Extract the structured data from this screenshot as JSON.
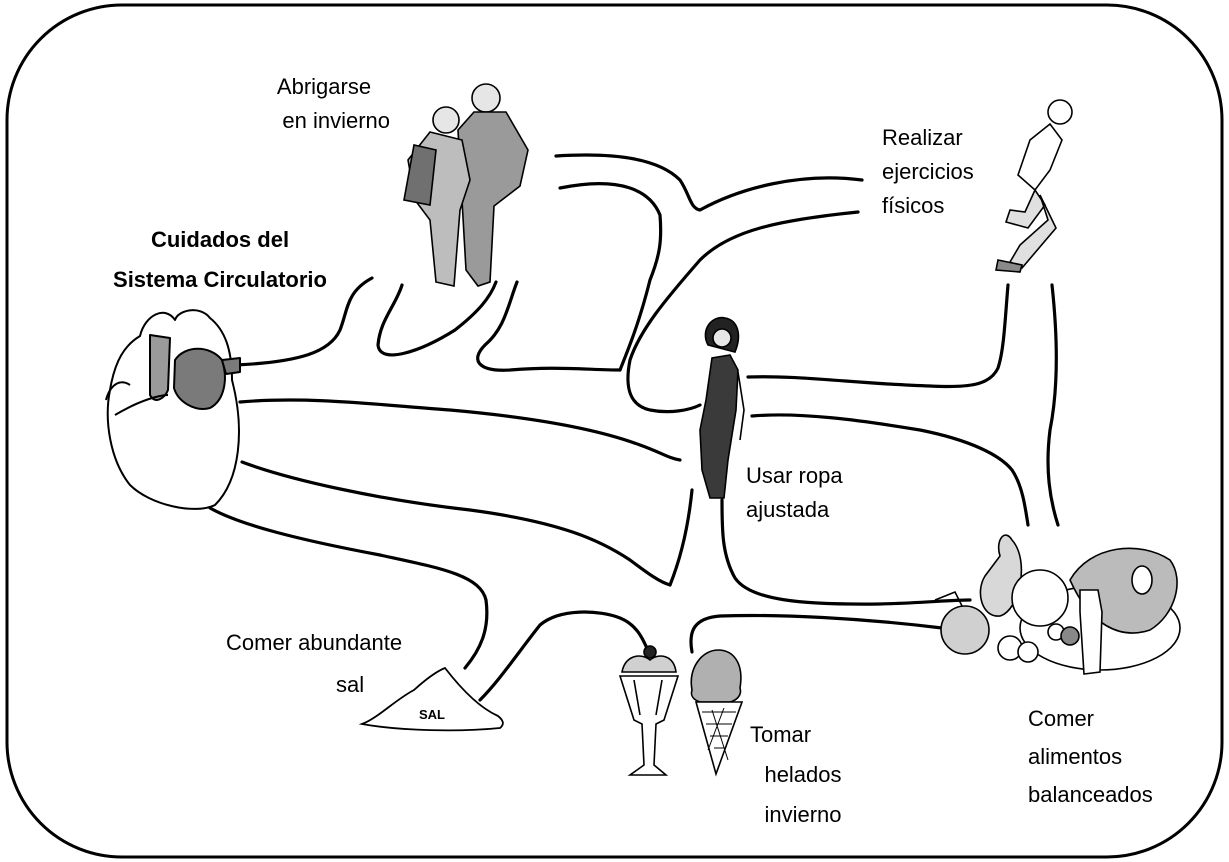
{
  "title": {
    "line1": "Cuidados del",
    "line2": "Sistema Circulatorio"
  },
  "labels": {
    "abrigarse": {
      "line1": "Abrigarse",
      "line2": "en invierno"
    },
    "ejercicios": {
      "line1": "Realizar",
      "line2": "ejercicios",
      "line3": "físicos"
    },
    "ropa": {
      "line1": "Usar ropa",
      "line2": "ajustada"
    },
    "sal": {
      "line1": "Comer abundante",
      "line2": "sal"
    },
    "helados": {
      "line1": "Tomar",
      "line2": "helados",
      "line3": "invierno"
    },
    "alimentos": {
      "line1": "Comer",
      "line2": "alimentos",
      "line3": "balanceados"
    }
  },
  "salt_pile_text": "SAL"
}
